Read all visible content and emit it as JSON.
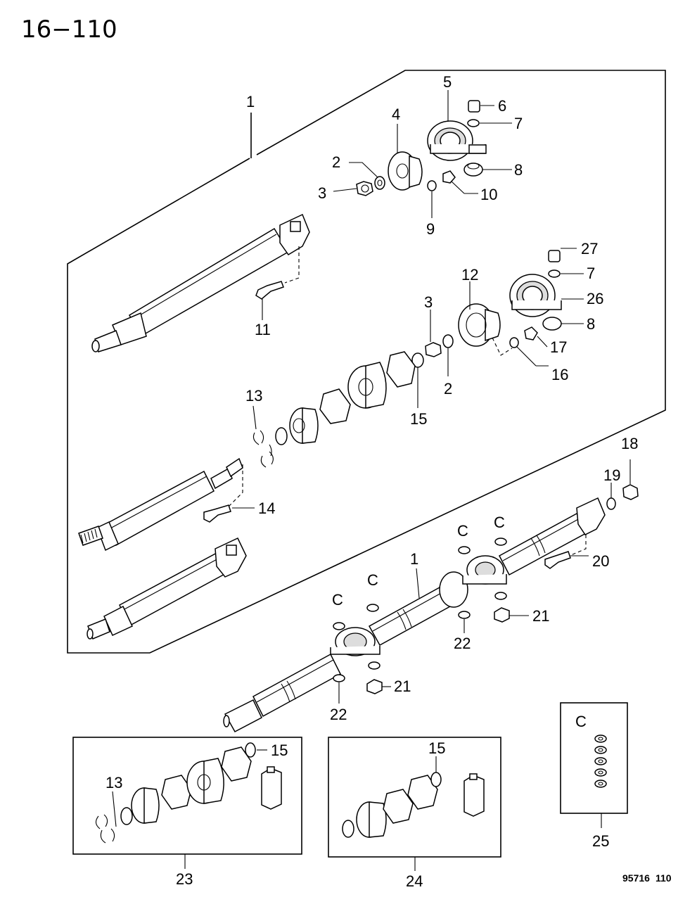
{
  "page_number": "16−110",
  "figure_code": [
    "95716",
    "110"
  ],
  "callouts": {
    "c1_top": "1",
    "c2_top": "2",
    "c3_top": "3",
    "c4": "4",
    "c5": "5",
    "c6": "6",
    "c7_top": "7",
    "c8_top": "8",
    "c9": "9",
    "c10": "10",
    "c11": "11",
    "c12": "12",
    "c3_mid": "3",
    "c27": "27",
    "c7_mid": "7",
    "c26": "26",
    "c8_mid": "8",
    "c17": "17",
    "c16": "16",
    "c2_mid": "2",
    "c15_mid": "15",
    "c13_mid": "13",
    "c14": "14",
    "c18": "18",
    "c19": "19",
    "c20": "20",
    "c1_low": "1",
    "cC_1": "C",
    "cC_2": "C",
    "cC_3": "C",
    "cC_4": "C",
    "c21_a": "21",
    "c21_b": "21",
    "c22_a": "22",
    "c22_b": "22",
    "c15_box23": "15",
    "c13_box23": "13",
    "c23": "23",
    "c15_box24": "15",
    "c24": "24",
    "cC_box25": "C",
    "c25": "25"
  }
}
